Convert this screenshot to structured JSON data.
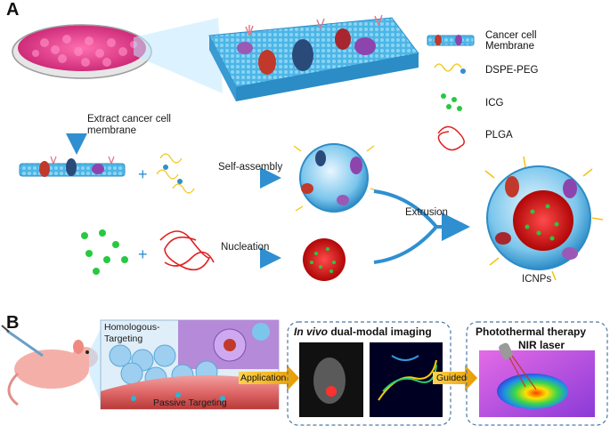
{
  "panels": {
    "a": "A",
    "b": "B"
  },
  "legend": {
    "membrane": "Cancer cell\nMembrane",
    "dspe_peg": "DSPE-PEG",
    "icg": "ICG",
    "plga": "PLGA"
  },
  "steps": {
    "extract": "Extract cancer cell\nmembrane",
    "self_assembly": "Self-assembly",
    "nucleation": "Nucleation",
    "extrusion": "Extrusion",
    "icnps": "ICNPs",
    "plus": "+"
  },
  "panel_b": {
    "homologous": "Homologous-\nTargeting",
    "passive": "Passive Targeting",
    "application": "Application",
    "imaging_italic": "In vivo",
    "imaging_rest": " dual-modal imaging",
    "guided": "Guided",
    "therapy": "Photothermal therapy",
    "nir": "NIR laser"
  },
  "colors": {
    "membrane_blue": "#3aa6d8",
    "protein_red": "#c0392b",
    "protein_purple": "#8e44ad",
    "peg_yellow": "#f1c40f",
    "icg_green": "#27c93f",
    "plga_red": "#e02020",
    "arrow_blue": "#2f8fd0",
    "arrow_gold": "#f0a800",
    "dish_pink": "#e0408a"
  }
}
